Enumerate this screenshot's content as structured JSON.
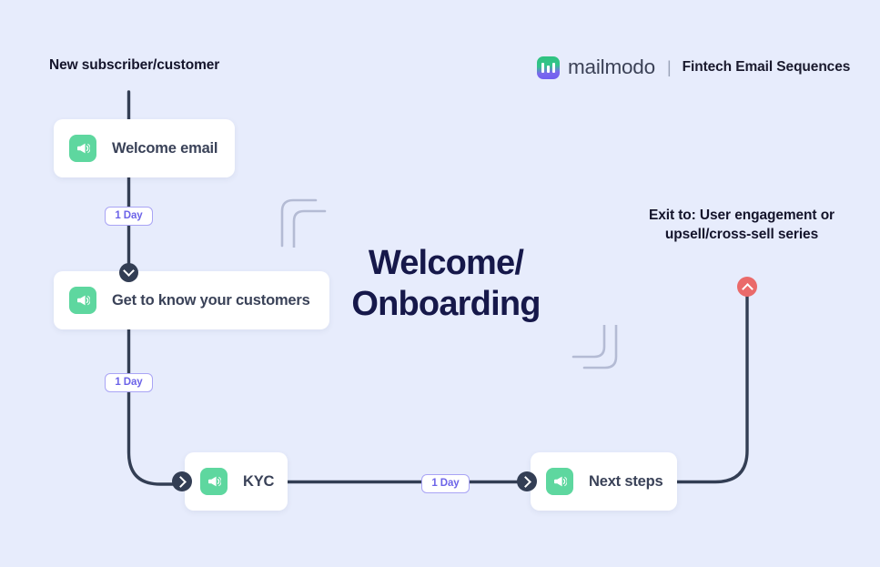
{
  "page": {
    "background_color": "#e7ecfc",
    "title": "Welcome/\nOnboarding",
    "title_line1": "Welcome/",
    "title_line2": "Onboarding"
  },
  "header": {
    "logo_icon": "mailmodo-logo-icon",
    "logo_wordmark": "mailmodo",
    "separator": "|",
    "flow_title": "Fintech Email Sequences",
    "brand_gradient_from": "#2ec27e",
    "brand_gradient_to": "#6f5cf0"
  },
  "flow": {
    "entry_label": "New subscriber/customer",
    "exit_label_line1": "Exit to: User engagement or",
    "exit_label_line2": "upsell/cross-sell series",
    "exit_label": "Exit to: User engagement or upsell/cross-sell series",
    "connector_color": "#333e54",
    "exit_node_color": "#ea6a6a",
    "node_icon_color": "#5ed79f",
    "delay_accent_color": "#6c63e8",
    "nodes": [
      {
        "id": "welcome",
        "label": "Welcome email",
        "icon": "megaphone-icon"
      },
      {
        "id": "getknow",
        "label": "Get to know your customers",
        "icon": "megaphone-icon"
      },
      {
        "id": "kyc",
        "label": "KYC",
        "icon": "megaphone-icon"
      },
      {
        "id": "next",
        "label": "Next steps",
        "icon": "megaphone-icon"
      }
    ],
    "delays": [
      {
        "id": "delay-1",
        "label": "1 Day"
      },
      {
        "id": "delay-2",
        "label": "1 Day"
      },
      {
        "id": "delay-3",
        "label": "1 Day"
      }
    ],
    "connector_nodes": [
      {
        "id": "node-chev-down",
        "icon": "chevron-down-icon",
        "color": "#333e54"
      },
      {
        "id": "node-arrow-kyc",
        "icon": "chevron-right-icon",
        "color": "#333e54"
      },
      {
        "id": "node-arrow-next",
        "icon": "chevron-right-icon",
        "color": "#333e54"
      },
      {
        "id": "node-exit-up",
        "icon": "chevron-up-icon",
        "color": "#ea6a6a"
      }
    ]
  }
}
